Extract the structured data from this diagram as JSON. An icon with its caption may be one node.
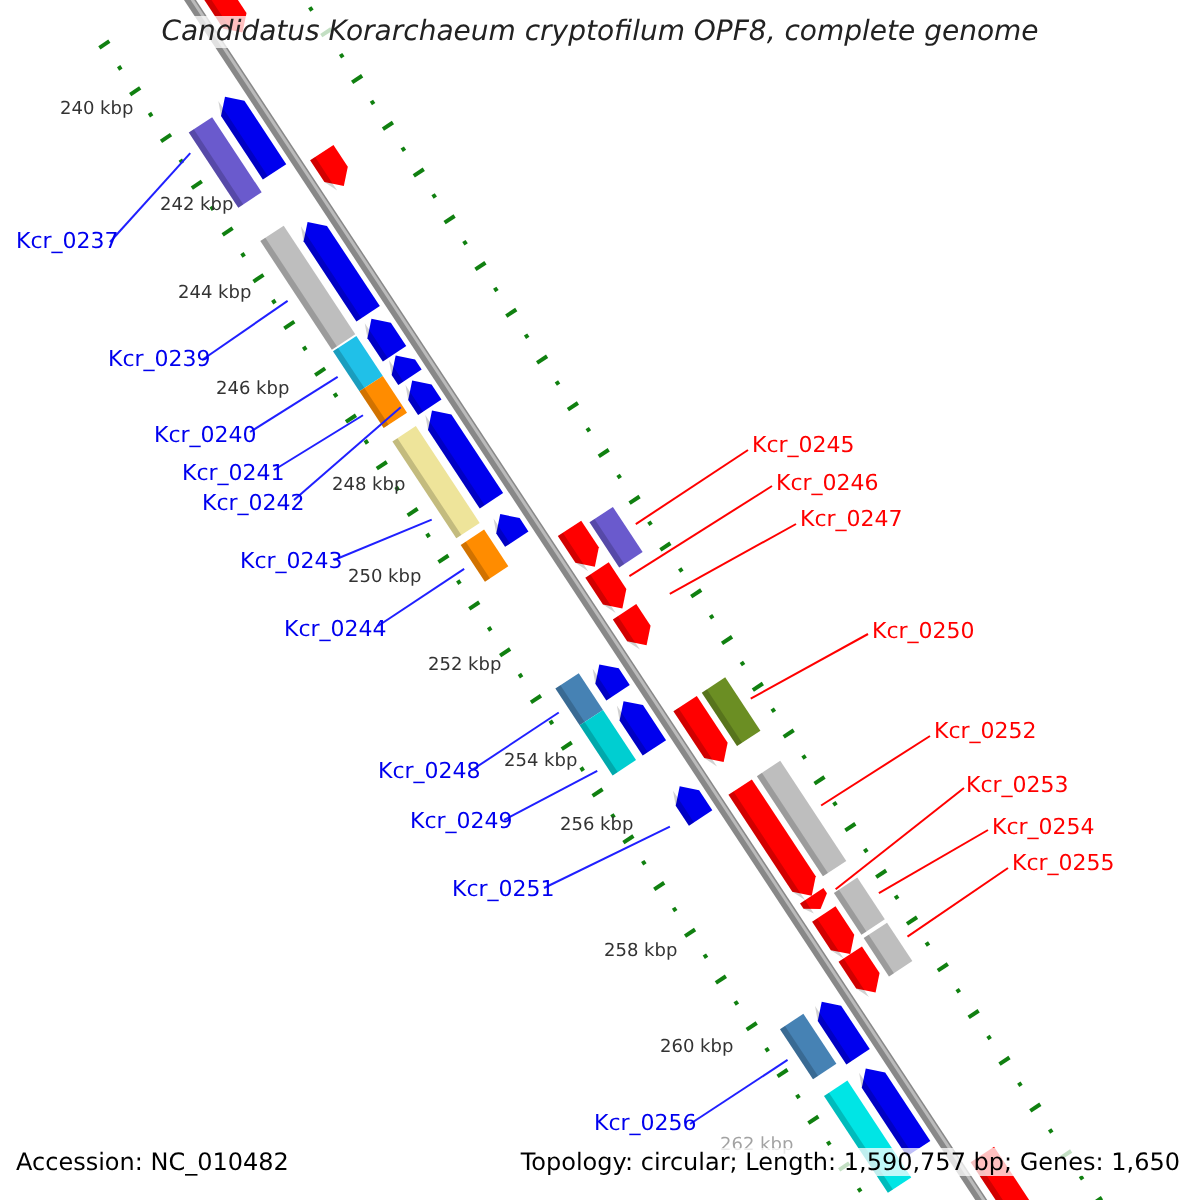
{
  "diagram": {
    "title": "Candidatus Korarchaeum cryptofilum OPF8, complete genome",
    "nodes": [
      {
        "text": [
          "Kcr_0237"
        ]
      },
      {
        "text": [
          "Kcr_0239"
        ]
      },
      {
        "text": [
          "Kcr_0240"
        ]
      },
      {
        "text": [
          "Kcr_0241"
        ]
      },
      {
        "text": [
          "Kcr_0242"
        ]
      },
      {
        "text": [
          "Kcr_0243"
        ]
      },
      {
        "text": [
          "Kcr_0244"
        ]
      },
      {
        "text": [
          "Kcr_0245"
        ]
      },
      {
        "text": [
          "Kcr_0246"
        ]
      },
      {
        "text": [
          "Kcr_0247"
        ]
      },
      {
        "text": [
          "Kcr_0248"
        ]
      },
      {
        "text": [
          "Kcr_0249"
        ]
      },
      {
        "text": [
          "Kcr_0250"
        ]
      },
      {
        "text": [
          "Kcr_0251"
        ]
      },
      {
        "text": [
          "Kcr_0252"
        ]
      },
      {
        "text": [
          "Kcr_0253"
        ]
      },
      {
        "text": [
          "Kcr_0254"
        ]
      },
      {
        "text": [
          "Kcr_0255"
        ]
      },
      {
        "text": [
          "Kcr_0256"
        ]
      }
    ],
    "edges": [
      {
        "from": 0,
        "to": null,
        "arrow": "none"
      },
      {
        "from": 1,
        "to": null,
        "arrow": "none"
      },
      {
        "from": 2,
        "to": null,
        "arrow": "none"
      },
      {
        "from": 3,
        "to": null,
        "arrow": "none"
      },
      {
        "from": 4,
        "to": null,
        "arrow": "none"
      },
      {
        "from": 5,
        "to": null,
        "arrow": "none"
      },
      {
        "from": 6,
        "to": null,
        "arrow": "none"
      },
      {
        "from": 7,
        "to": null,
        "arrow": "none",
        "color": "#ff0000"
      },
      {
        "from": 8,
        "to": null,
        "arrow": "none",
        "color": "#ff0000"
      },
      {
        "from": 9,
        "to": null,
        "arrow": "none",
        "color": "#ff0000"
      },
      {
        "from": 10,
        "to": null,
        "arrow": "none"
      },
      {
        "from": 11,
        "to": null,
        "arrow": "none"
      },
      {
        "from": 12,
        "to": null,
        "arrow": "none",
        "color": "#ff0000"
      },
      {
        "from": 13,
        "to": null,
        "arrow": "none"
      },
      {
        "from": 14,
        "to": null,
        "arrow": "none",
        "color": "#ff0000"
      },
      {
        "from": 15,
        "to": null,
        "arrow": "none",
        "color": "#ff0000"
      },
      {
        "from": 16,
        "to": null,
        "arrow": "none",
        "color": "#ff0000"
      },
      {
        "from": 17,
        "to": null,
        "arrow": "none",
        "color": "#ff0000"
      },
      {
        "from": 18,
        "to": null,
        "arrow": "none"
      }
    ],
    "labels": [
      "240 kbp",
      "242 kbp",
      "244 kbp",
      "246 kbp",
      "248 kbp",
      "250 kbp",
      "252 kbp",
      "254 kbp",
      "256 kbp",
      "258 kbp",
      "260 kbp",
      "262 kbp",
      "Accession: NC_010482",
      "Topology: circular; Length: 1,590,757 bp; Genes: 1,650"
    ]
  }
}
